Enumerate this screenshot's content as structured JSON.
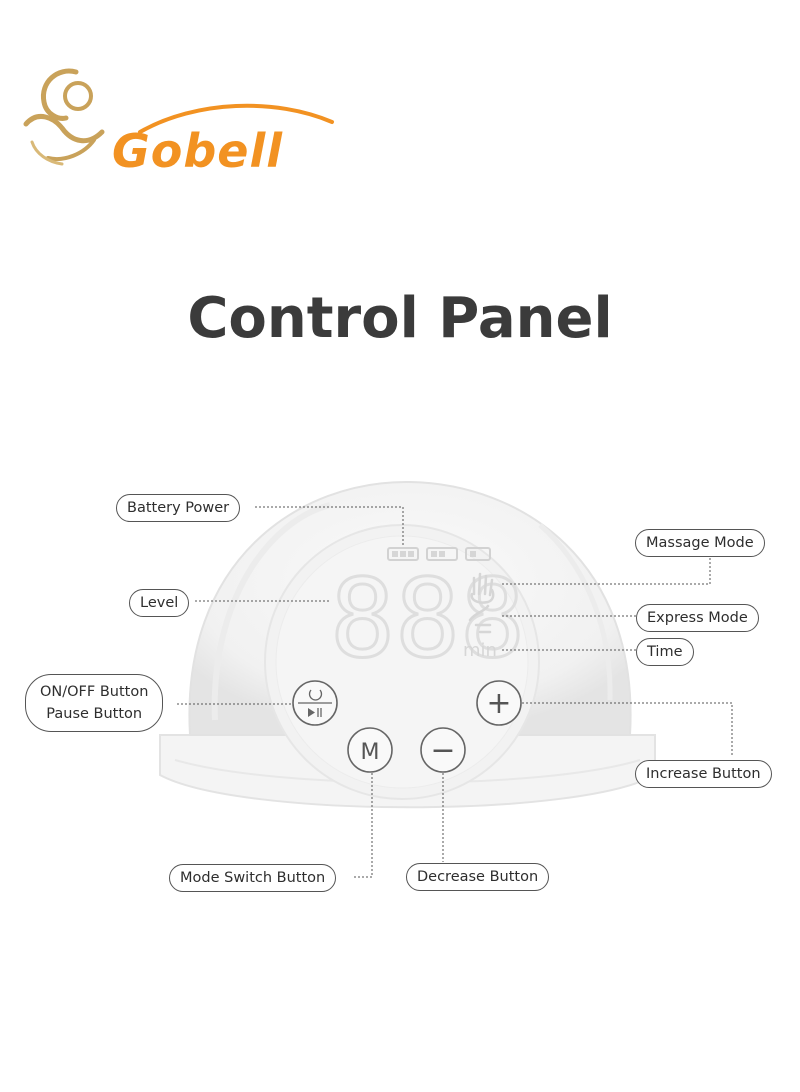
{
  "brand": {
    "name": "Gobell",
    "logo_icon": "mother-and-baby-icon"
  },
  "title": "Control Panel",
  "display": {
    "digits": "888",
    "unit": "min"
  },
  "buttons": {
    "mode": "M",
    "increase": "+",
    "decrease": "−"
  },
  "callouts": {
    "battery": "Battery Power",
    "massage": "Massage Mode",
    "level": "Level",
    "express": "Express Mode",
    "time": "Time",
    "onoff_line1": "ON/OFF Button",
    "onoff_line2": "Pause Button",
    "increase": "Increase Button",
    "mode_switch": "Mode Switch Button",
    "decrease": "Decrease Button"
  },
  "colors": {
    "brand": "#f29222",
    "logo_gold": "#c9a25a",
    "title": "#3b3b3b",
    "lcd": "#e6e6e6"
  }
}
